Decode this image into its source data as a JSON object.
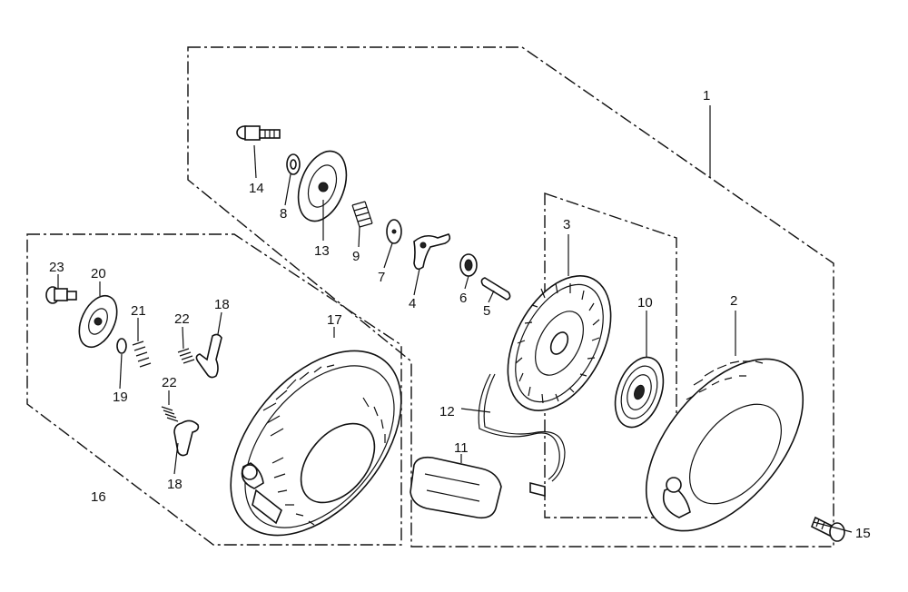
{
  "diagram": {
    "labels": {
      "p1": "1",
      "p2": "2",
      "p3": "3",
      "p4": "4",
      "p5": "5",
      "p6": "6",
      "p7": "7",
      "p8": "8",
      "p9": "9",
      "p10": "10",
      "p11": "11",
      "p12": "12",
      "p13": "13",
      "p14": "14",
      "p15": "15",
      "p16": "16",
      "p17": "17",
      "p18a": "18",
      "p18b": "18",
      "p19": "19",
      "p20": "20",
      "p21": "21",
      "p22a": "22",
      "p22b": "22",
      "p23": "23"
    }
  }
}
